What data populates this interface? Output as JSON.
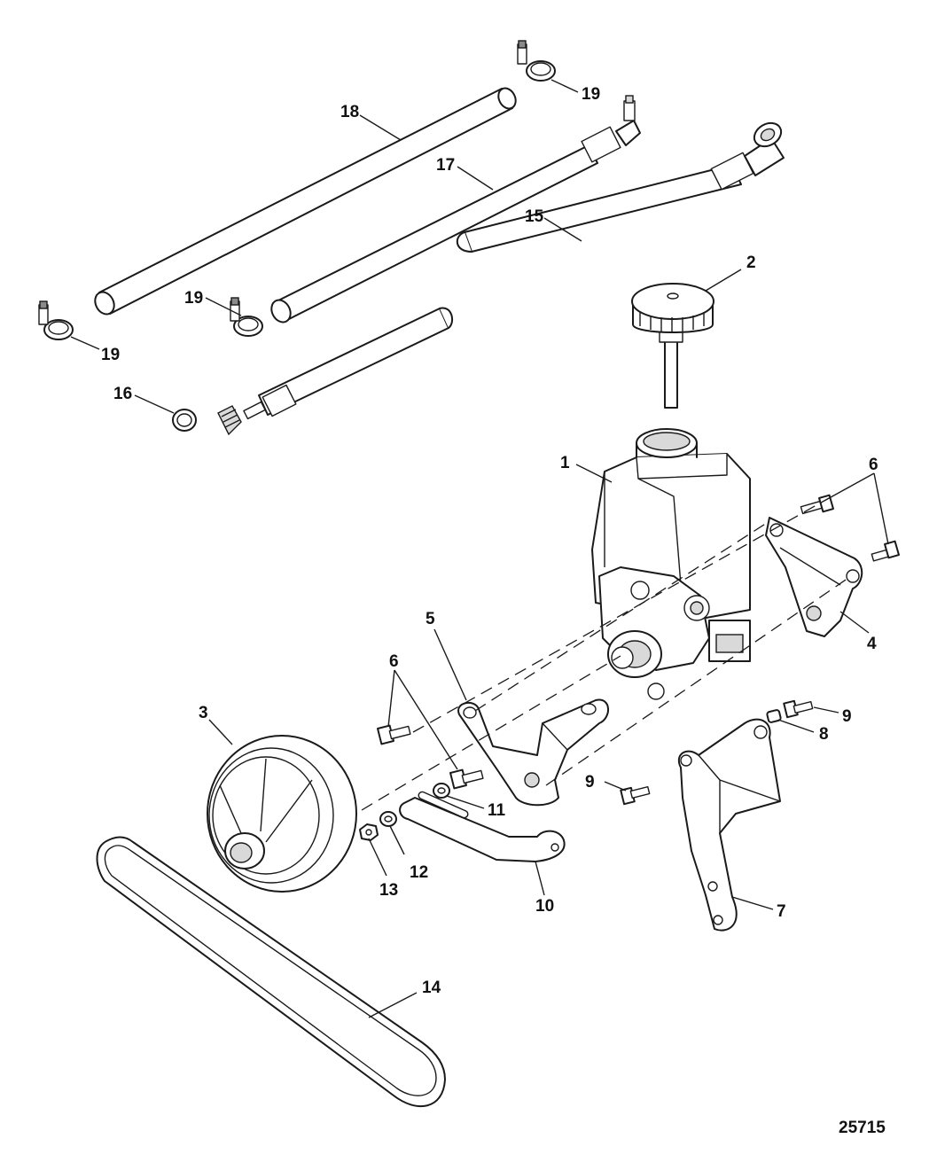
{
  "figure": {
    "id": "25715"
  },
  "callouts": {
    "c1": "1",
    "c2": "2",
    "c3": "3",
    "c4": "4",
    "c5": "5",
    "c6a": "6",
    "c6b": "6",
    "c7": "7",
    "c8": "8",
    "c9a": "9",
    "c9b": "9",
    "c10": "10",
    "c11": "11",
    "c12": "12",
    "c13": "13",
    "c14": "14",
    "c15": "15",
    "c16": "16",
    "c17": "17",
    "c18": "18",
    "c19a": "19",
    "c19b": "19",
    "c19c": "19"
  }
}
